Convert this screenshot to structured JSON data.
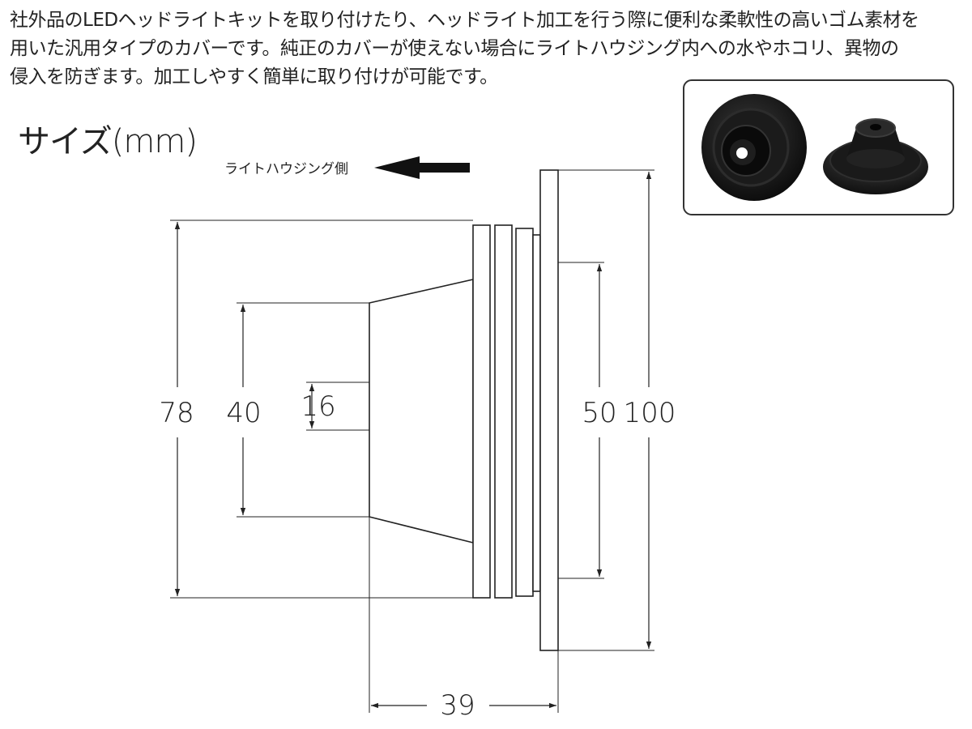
{
  "description": {
    "lines": [
      "社外品のLEDヘッドライトキットを取り付けたり、ヘッドライト加工を行う際に便利な柔軟性の高いゴム素材を",
      "用いた汎用タイプのカバーです。純正のカバーが使えない場合にライトハウジング内への水やホコリ、異物の",
      "侵入を防ぎます。加工しやすく簡単に取り付けが可能です。"
    ]
  },
  "size_title": "サイズ(mm)",
  "housing_side_label": "ライトハウジング側",
  "dimensions": {
    "outer_rear": "78",
    "cone_mouth": "40",
    "hole": "16",
    "inner_bore": "50",
    "flange_outer": "100",
    "total_depth": "39"
  },
  "colors": {
    "line": "#222222",
    "rubber": "#141414",
    "photo_border": "#333333"
  },
  "icons": {
    "direction_arrow": "arrow-left-icon"
  }
}
